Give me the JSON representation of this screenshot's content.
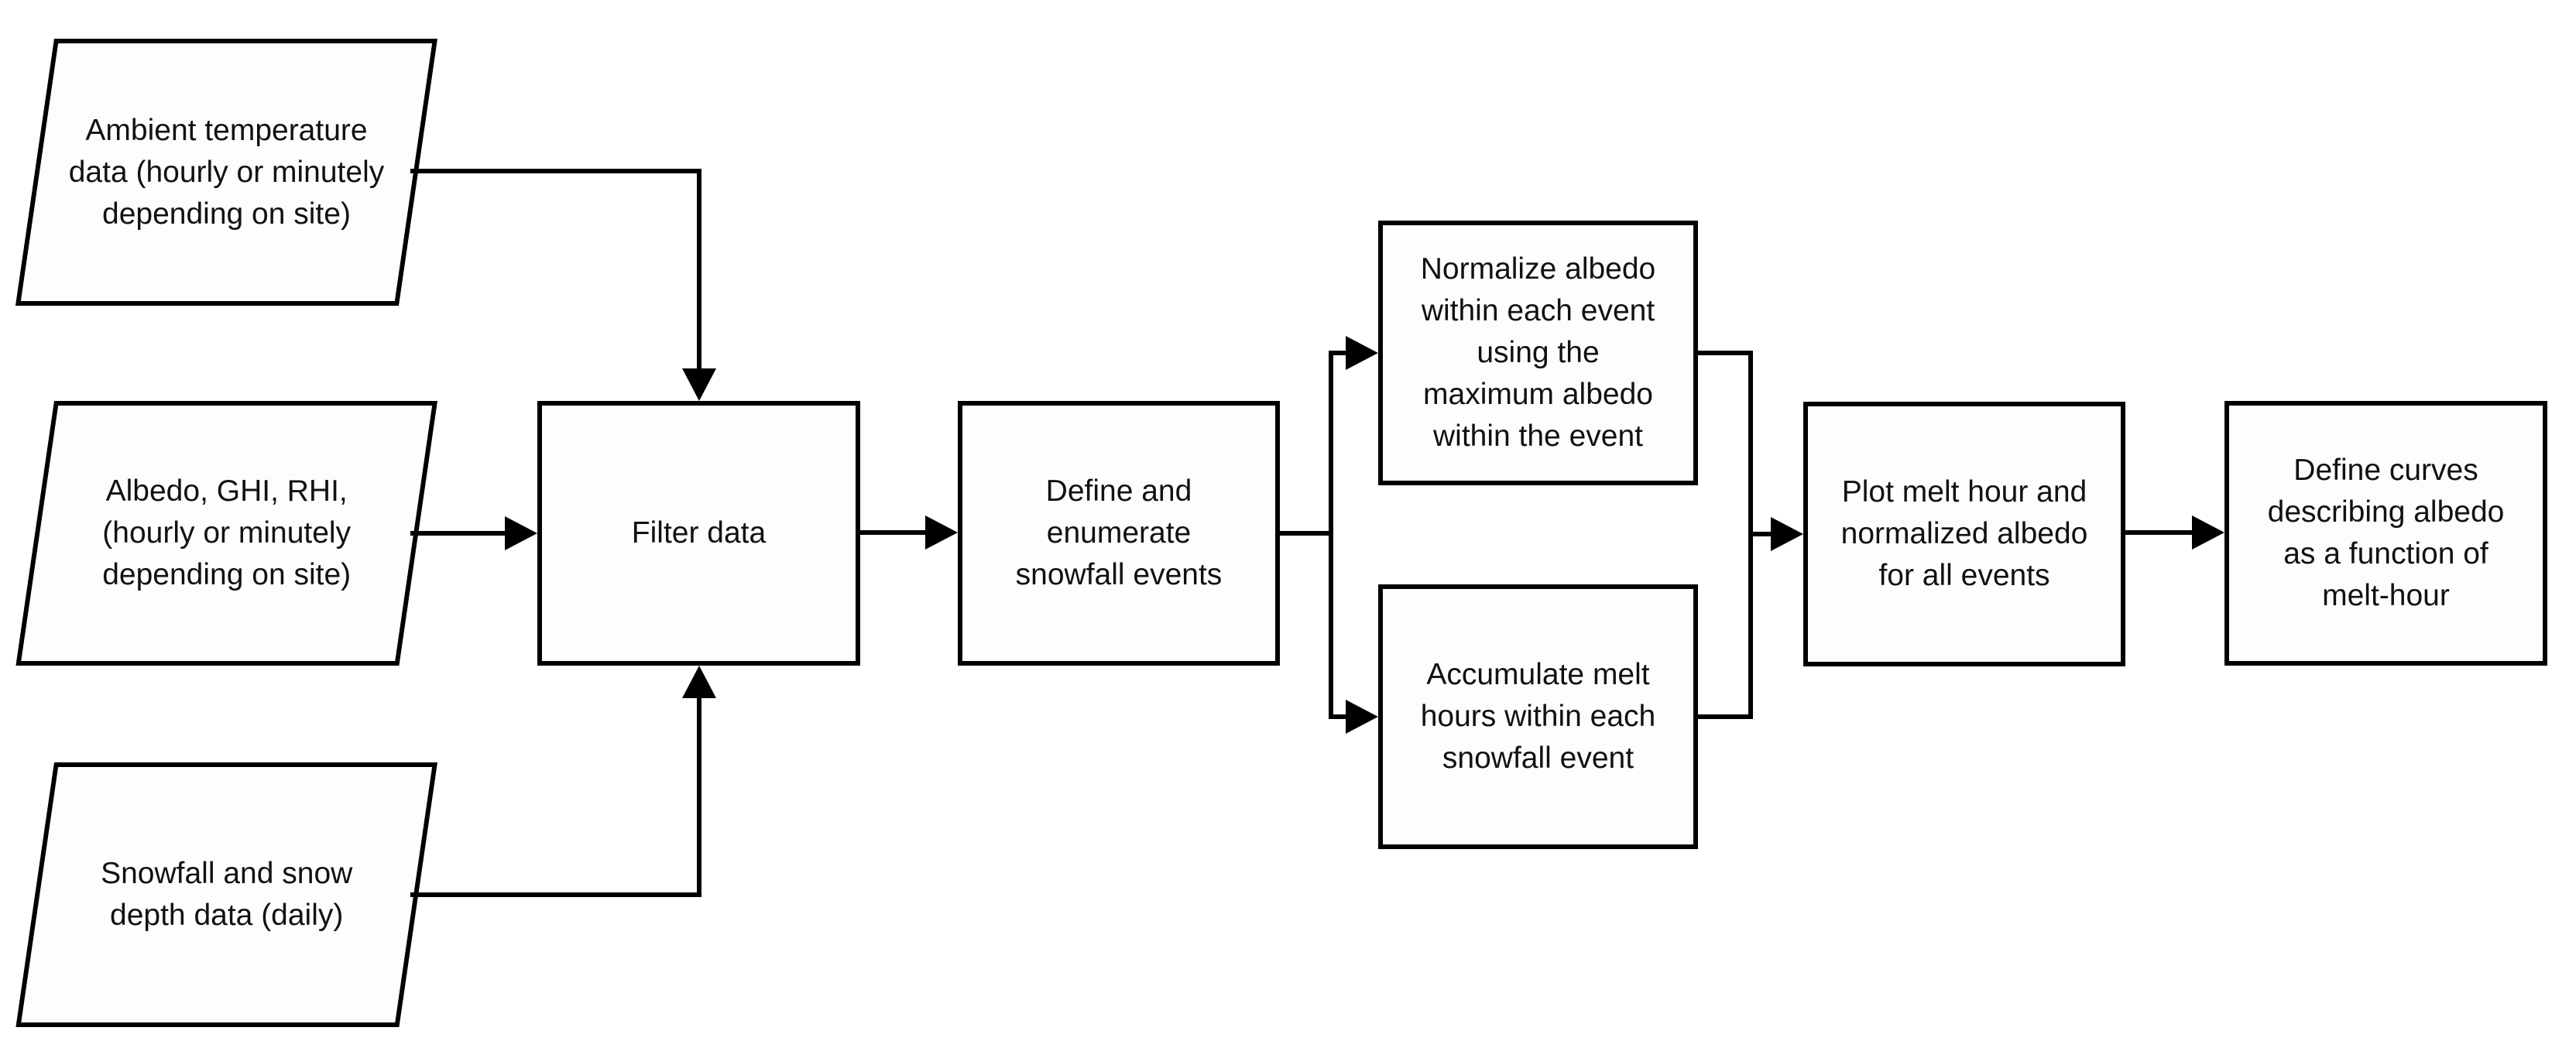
{
  "colors": {
    "stroke": "#000000",
    "fill": "#fdfdfd",
    "bg": "#ffffff",
    "text": "#111111"
  },
  "nodes": {
    "ambient": {
      "shape": "parallelogram",
      "label": "Ambient temperature\ndata (hourly or minutely\ndepending on site)"
    },
    "albedo": {
      "shape": "parallelogram",
      "label": "Albedo, GHI, RHI,\n(hourly or minutely\ndepending on site)"
    },
    "snowfall": {
      "shape": "parallelogram",
      "label": "Snowfall and snow\ndepth data (daily)"
    },
    "filter": {
      "shape": "rectangle",
      "label": "Filter data"
    },
    "define_events": {
      "shape": "rectangle",
      "label": "Define and\nenumerate\nsnowfall events"
    },
    "normalize": {
      "shape": "rectangle",
      "label": "Normalize albedo\nwithin each event\nusing the\nmaximum albedo\nwithin the event"
    },
    "accumulate": {
      "shape": "rectangle",
      "label": "Accumulate melt\nhours within each\nsnowfall event"
    },
    "plot": {
      "shape": "rectangle",
      "label": "Plot melt hour and\nnormalized albedo\nfor all events"
    },
    "curves": {
      "shape": "rectangle",
      "label": "Define curves\ndescribing albedo\nas a function of\nmelt-hour"
    }
  },
  "edges": [
    {
      "from": "ambient",
      "to": "filter",
      "enters": "top"
    },
    {
      "from": "albedo",
      "to": "filter",
      "enters": "left"
    },
    {
      "from": "snowfall",
      "to": "filter",
      "enters": "bottom"
    },
    {
      "from": "filter",
      "to": "define_events",
      "enters": "left"
    },
    {
      "from": "define_events",
      "to": "normalize",
      "enters": "left"
    },
    {
      "from": "define_events",
      "to": "accumulate",
      "enters": "left"
    },
    {
      "from": "normalize",
      "to": "plot",
      "enters": "left"
    },
    {
      "from": "accumulate",
      "to": "plot",
      "enters": "left"
    },
    {
      "from": "plot",
      "to": "curves",
      "enters": "left"
    }
  ]
}
